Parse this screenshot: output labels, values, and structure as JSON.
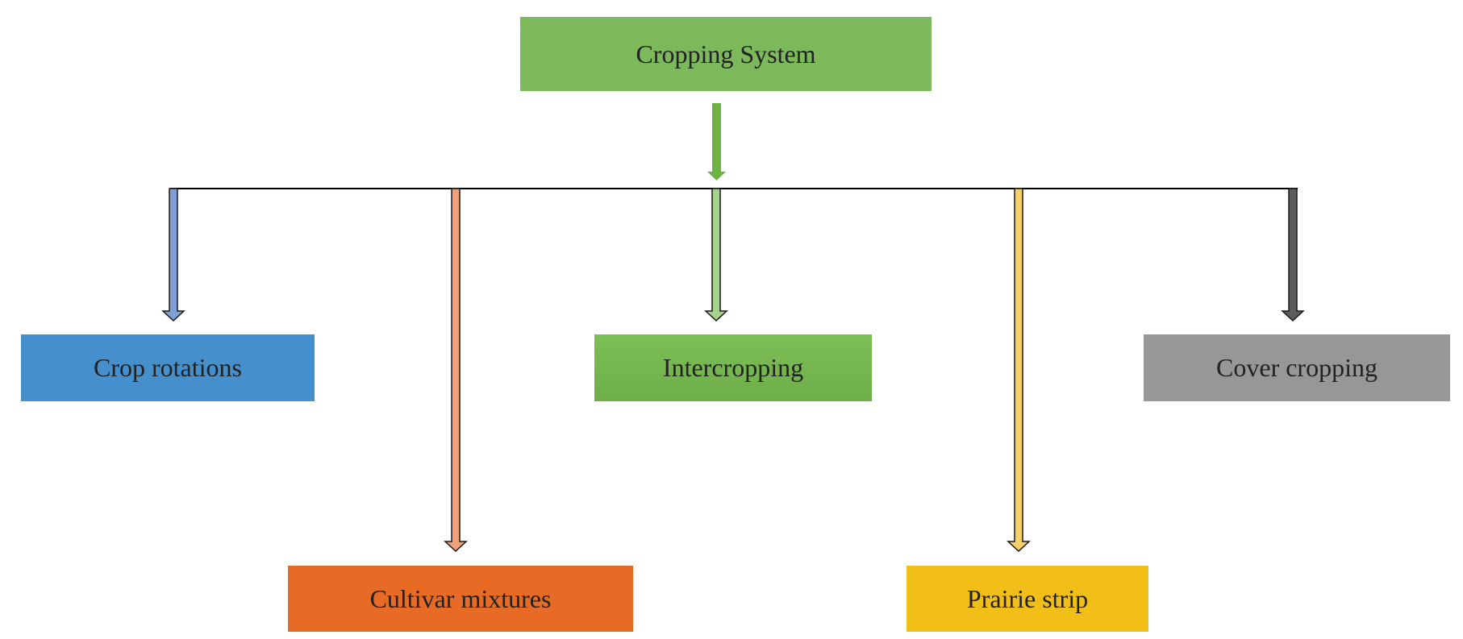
{
  "root": {
    "label": "Cropping System",
    "color": "#7cb95a"
  },
  "branches": [
    {
      "label": "Crop rotations",
      "box_color": "#4590cc",
      "arrow_color": "#7f9fd6"
    },
    {
      "label": "Cultivar mixtures",
      "box_color": "#e86b25",
      "arrow_color": "#f2a07a"
    },
    {
      "label": "Intercropping",
      "box_color": "#6fae4a",
      "arrow_color": "#a6d38c"
    },
    {
      "label": "Prairie strip",
      "box_color": "#f1bf18",
      "arrow_color": "#f7cf6b"
    },
    {
      "label": "Cover cropping",
      "box_color": "#979797",
      "arrow_color": "#5c5c5c"
    }
  ]
}
